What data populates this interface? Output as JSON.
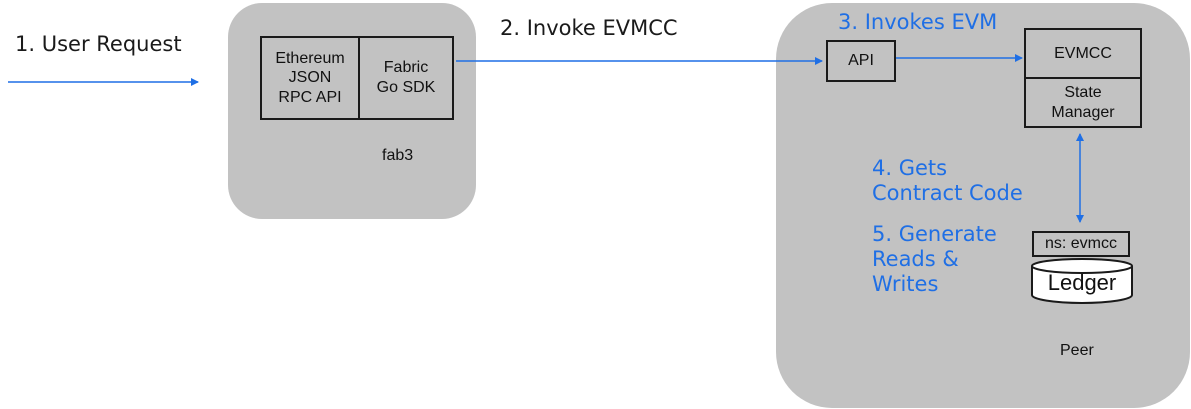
{
  "labels": {
    "step1": "1. User Request",
    "step2": "2. Invoke EVMCC",
    "step3": "3. Invokes EVM",
    "step4_line1": "4. Gets",
    "step4_line2": "Contract Code",
    "step5_line1": "5. Generate",
    "step5_line2": "Reads &",
    "step5_line3": "Writes"
  },
  "fab3": {
    "name": "fab3",
    "ethereum_line1": "Ethereum",
    "ethereum_line2": "JSON",
    "ethereum_line3": "RPC API",
    "sdk_line1": "Fabric",
    "sdk_line2": "Go SDK"
  },
  "peer": {
    "name": "Peer",
    "api": "API",
    "evmcc": "EVMCC",
    "state_line1": "State",
    "state_line2": "Manager",
    "namespace": "ns: evmcc",
    "ledger": "Ledger"
  },
  "colors": {
    "panel": "#c2c2c2",
    "arrow": "#1f6fe5",
    "highlight_text": "#1f6fe5"
  }
}
